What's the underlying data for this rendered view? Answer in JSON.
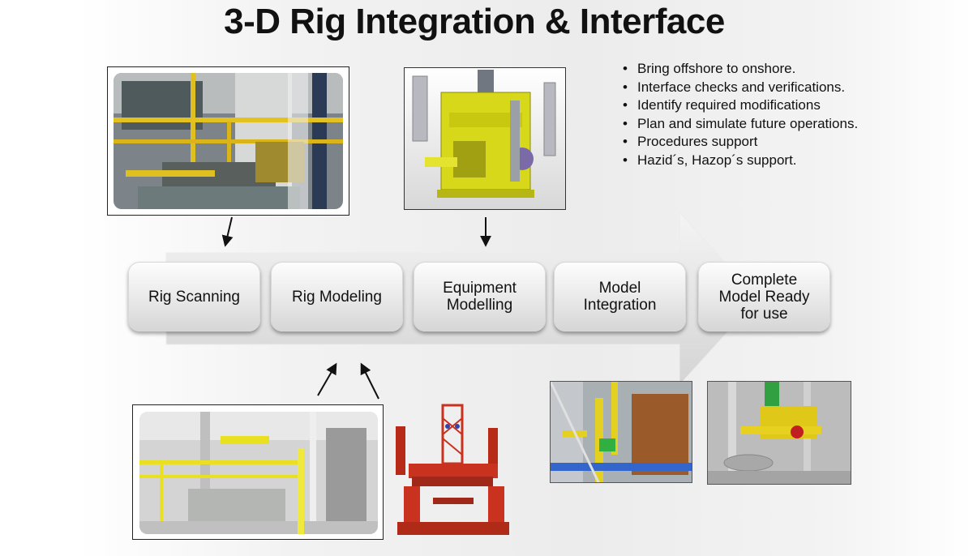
{
  "title": "3-D Rig Integration & Interface",
  "bullets": [
    "Bring offshore to onshore.",
    "Interface checks and verifications.",
    "Identify required modifications",
    "Plan and simulate future operations.",
    "Procedures support",
    "Hazid´s, Hazop´s support."
  ],
  "steps": [
    "Rig Scanning",
    "Rig Modeling",
    "Equipment\nModelling",
    "Model\nIntegration",
    "Complete\nModel Ready\nfor use"
  ],
  "colors": {
    "model_yellow": "#d8d81a",
    "rig_red": "#c8321e",
    "step_gradient_top": "#fdfdfd",
    "step_gradient_bottom": "#d6d6d6"
  }
}
